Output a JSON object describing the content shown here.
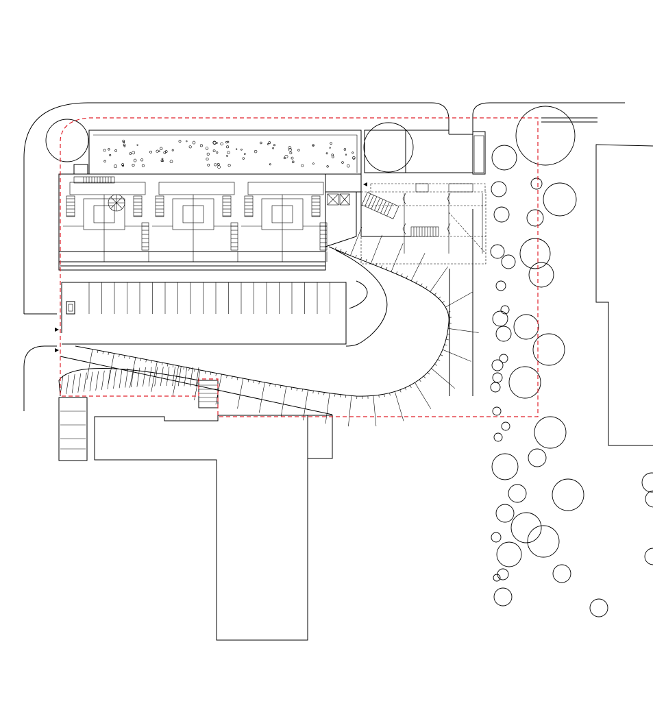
{
  "drawing": {
    "type": "architectural site plan",
    "colors": {
      "linework": "#000000",
      "site_boundary": "#e0202a",
      "background": "#ffffff"
    },
    "units": 3,
    "parking_stalls_straight": 20,
    "trees": [
      [
        98,
        205,
        31
      ],
      [
        567,
        215,
        36
      ],
      [
        796,
        198,
        43
      ],
      [
        736,
        230,
        18
      ],
      [
        728,
        276,
        11
      ],
      [
        732,
        313,
        11
      ],
      [
        783,
        268,
        8
      ],
      [
        817,
        291,
        24
      ],
      [
        781,
        318,
        12
      ],
      [
        726,
        367,
        10
      ],
      [
        742,
        382,
        10
      ],
      [
        731,
        417,
        7
      ],
      [
        781,
        370,
        22
      ],
      [
        790,
        401,
        18
      ],
      [
        737,
        452,
        6
      ],
      [
        730,
        465,
        11
      ],
      [
        735,
        487,
        11
      ],
      [
        768,
        477,
        18
      ],
      [
        801,
        510,
        23
      ],
      [
        735,
        523,
        6
      ],
      [
        726,
        533,
        8
      ],
      [
        726,
        551,
        7
      ],
      [
        723,
        565,
        7
      ],
      [
        766,
        558,
        23
      ],
      [
        725,
        600,
        6
      ],
      [
        738,
        622,
        6
      ],
      [
        727,
        638,
        6
      ],
      [
        803,
        631,
        23
      ],
      [
        737,
        681,
        19
      ],
      [
        784,
        668,
        13
      ],
      [
        755,
        720,
        13
      ],
      [
        829,
        722,
        23
      ],
      [
        737,
        749,
        13
      ],
      [
        768,
        770,
        22
      ],
      [
        793,
        790,
        23
      ],
      [
        724,
        784,
        7
      ],
      [
        743,
        809,
        18
      ],
      [
        820,
        837,
        13
      ],
      [
        734,
        838,
        8
      ],
      [
        725,
        843,
        5
      ],
      [
        734,
        871,
        13
      ],
      [
        874,
        887,
        13
      ],
      [
        951,
        704,
        14
      ],
      [
        954,
        728,
        12
      ],
      [
        953,
        812,
        12
      ]
    ]
  }
}
